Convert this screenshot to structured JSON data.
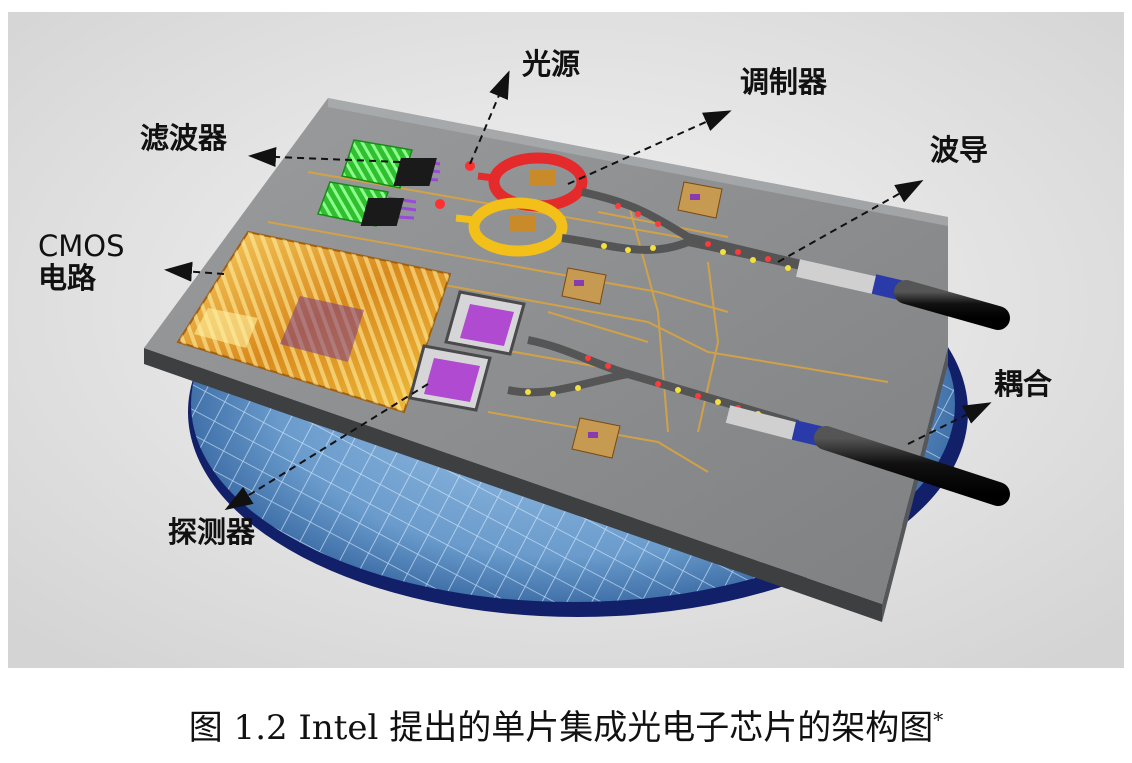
{
  "labels": {
    "light_source": "光源",
    "modulator": "调制器",
    "filter": "滤波器",
    "waveguide": "波导",
    "cmos_line1": "CMOS",
    "cmos_line2": "电路",
    "coupling": "耦合",
    "detector": "探测器"
  },
  "caption": {
    "text": "图 1.2  Intel 提出的单片集成光电子芯片的架构图",
    "mark": "*"
  },
  "colors": {
    "background": "#e2e2e2",
    "wafer": "#4a7db8",
    "chip_top": "#8a8c8e",
    "trace": "#d9a440",
    "ring_red": "#e42a2a",
    "ring_yellow": "#f2c018",
    "filter_green": "#3fd23f",
    "cmos_gold": "#e8b030",
    "detector_purple": "#b04ad0"
  }
}
